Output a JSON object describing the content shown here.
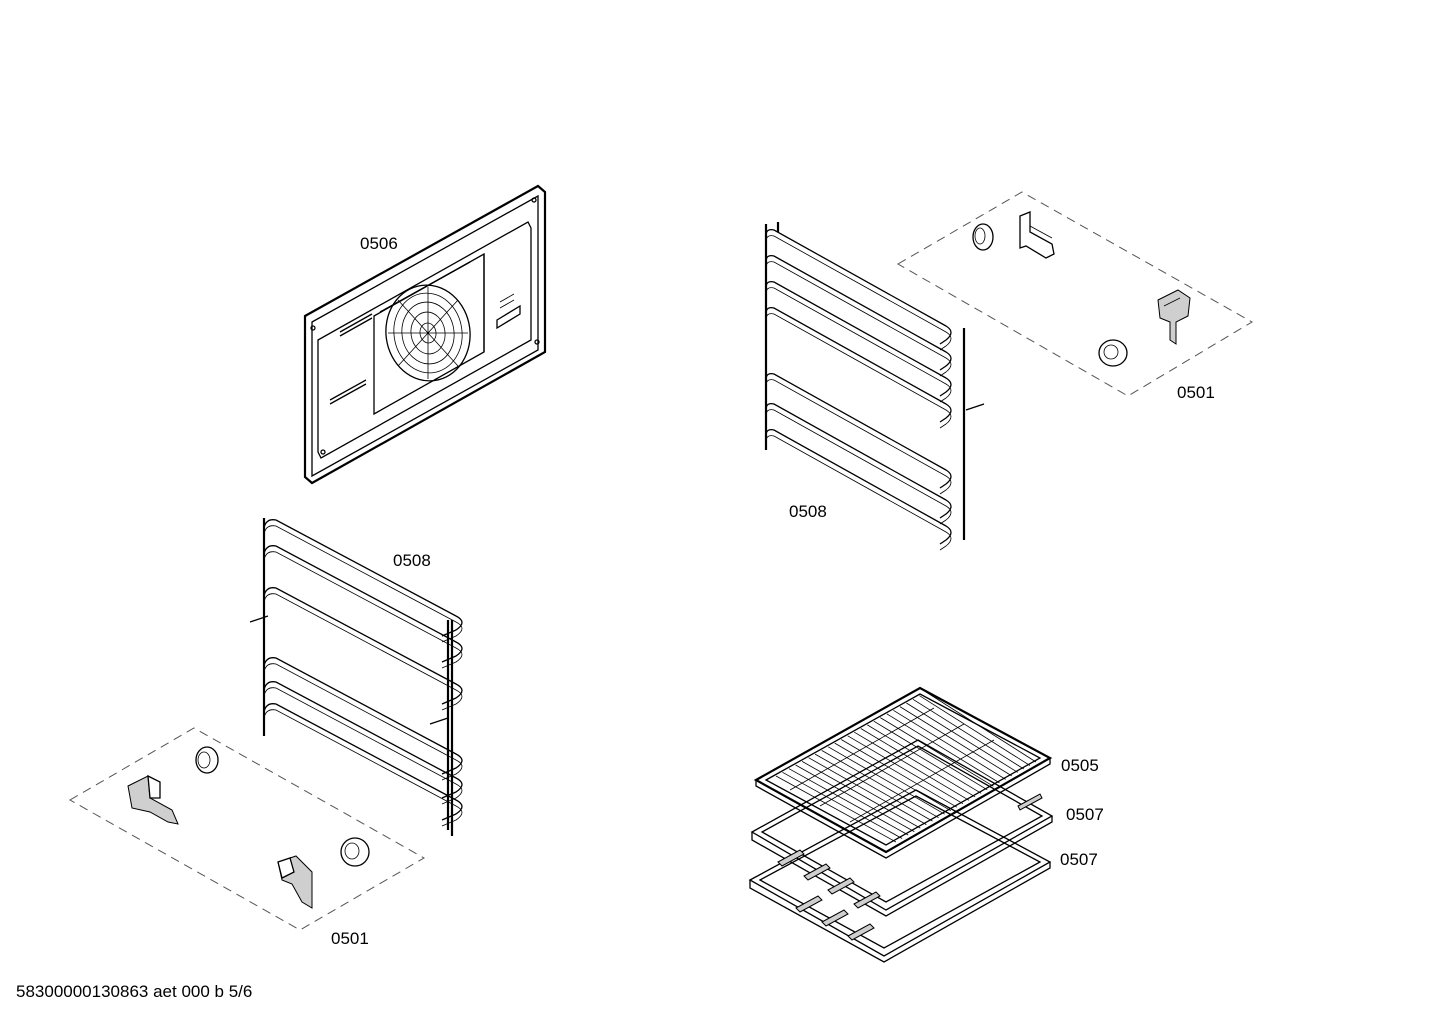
{
  "diagram": {
    "parts": [
      {
        "id": "back-panel",
        "label": "0506"
      },
      {
        "id": "shelf-support-right",
        "label": "0508"
      },
      {
        "id": "shelf-support-left",
        "label": "0508"
      },
      {
        "id": "fixings-right",
        "label": "0501"
      },
      {
        "id": "fixings-left",
        "label": "0501"
      },
      {
        "id": "wire-rack",
        "label": "0505"
      },
      {
        "id": "tray-upper",
        "label": "0507"
      },
      {
        "id": "tray-lower",
        "label": "0507"
      }
    ],
    "footer": "58300000130863 aet 000 b 5/6"
  }
}
